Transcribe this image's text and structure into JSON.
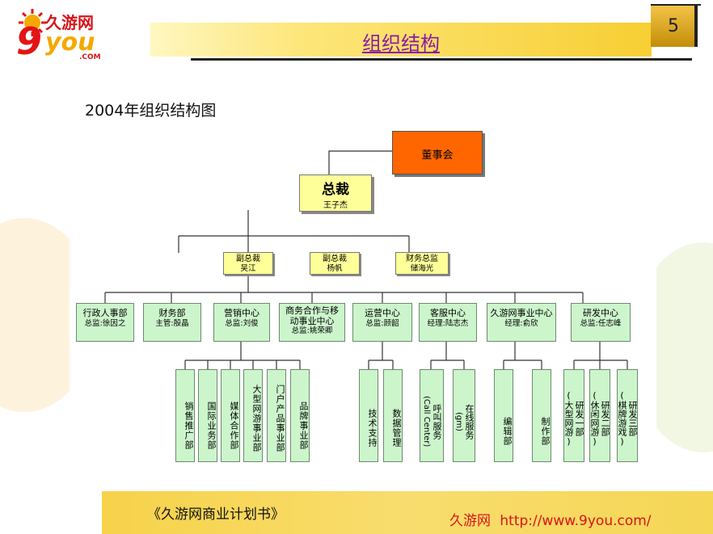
{
  "logo": {
    "cn": "久游网",
    "num": "9",
    "en": "you",
    "dot_com": ".COM"
  },
  "header": {
    "title": "组织结构",
    "page_number": "5"
  },
  "subtitle": "2004年组织结构图",
  "org": {
    "board": {
      "label": "董事会"
    },
    "ceo": {
      "label": "总裁",
      "name": "王子杰"
    },
    "vps": [
      {
        "label": "副总裁",
        "name": "吴江"
      },
      {
        "label": "副总裁",
        "name": "杨帆"
      },
      {
        "label": "财务总监",
        "name": "储海光"
      }
    ],
    "departments": [
      {
        "label": "行政人事部",
        "manager": "总监:徐因之"
      },
      {
        "label": "财务部",
        "manager": "主管:殷晶"
      },
      {
        "label": "营销中心",
        "manager": "总监:刘俊"
      },
      {
        "label": "商务合作与移动事业中心",
        "manager": "总监:姚荣卿"
      },
      {
        "label": "运营中心",
        "manager": "总监:顾韶"
      },
      {
        "label": "客服中心",
        "manager": "经理:陆志杰"
      },
      {
        "label": "久游网事业中心",
        "manager": "经理:俞欣"
      },
      {
        "label": "研发中心",
        "manager": "总监:任志峰"
      }
    ],
    "subunits": {
      "marketing": [
        "销售推广部",
        "国际业务部",
        "媒体合作部",
        "大型网游事业部",
        "门户产品事业部",
        "品牌事业部"
      ],
      "operations": [
        "技术支持",
        "数据管理"
      ],
      "service": [
        "呼叫服务",
        "(Call Center)",
        "在线服务",
        "(gm)"
      ],
      "portal": [
        "编辑部",
        "制作部"
      ],
      "rnd": [
        "研发一部",
        "(大型网游)",
        "研发二部",
        "(休闲网游)",
        "研发三部",
        "(棋牌游戏)"
      ]
    }
  },
  "footer": {
    "left": "《久游网商业计划书》",
    "right_cn": "久游网",
    "right_url": "http://www.9you.com/"
  },
  "colors": {
    "board": "#ff6600",
    "ceo": "#ffff99",
    "dept": "#ccf5cc",
    "title": "#8a1aa6",
    "footer": "#f7d24a"
  }
}
